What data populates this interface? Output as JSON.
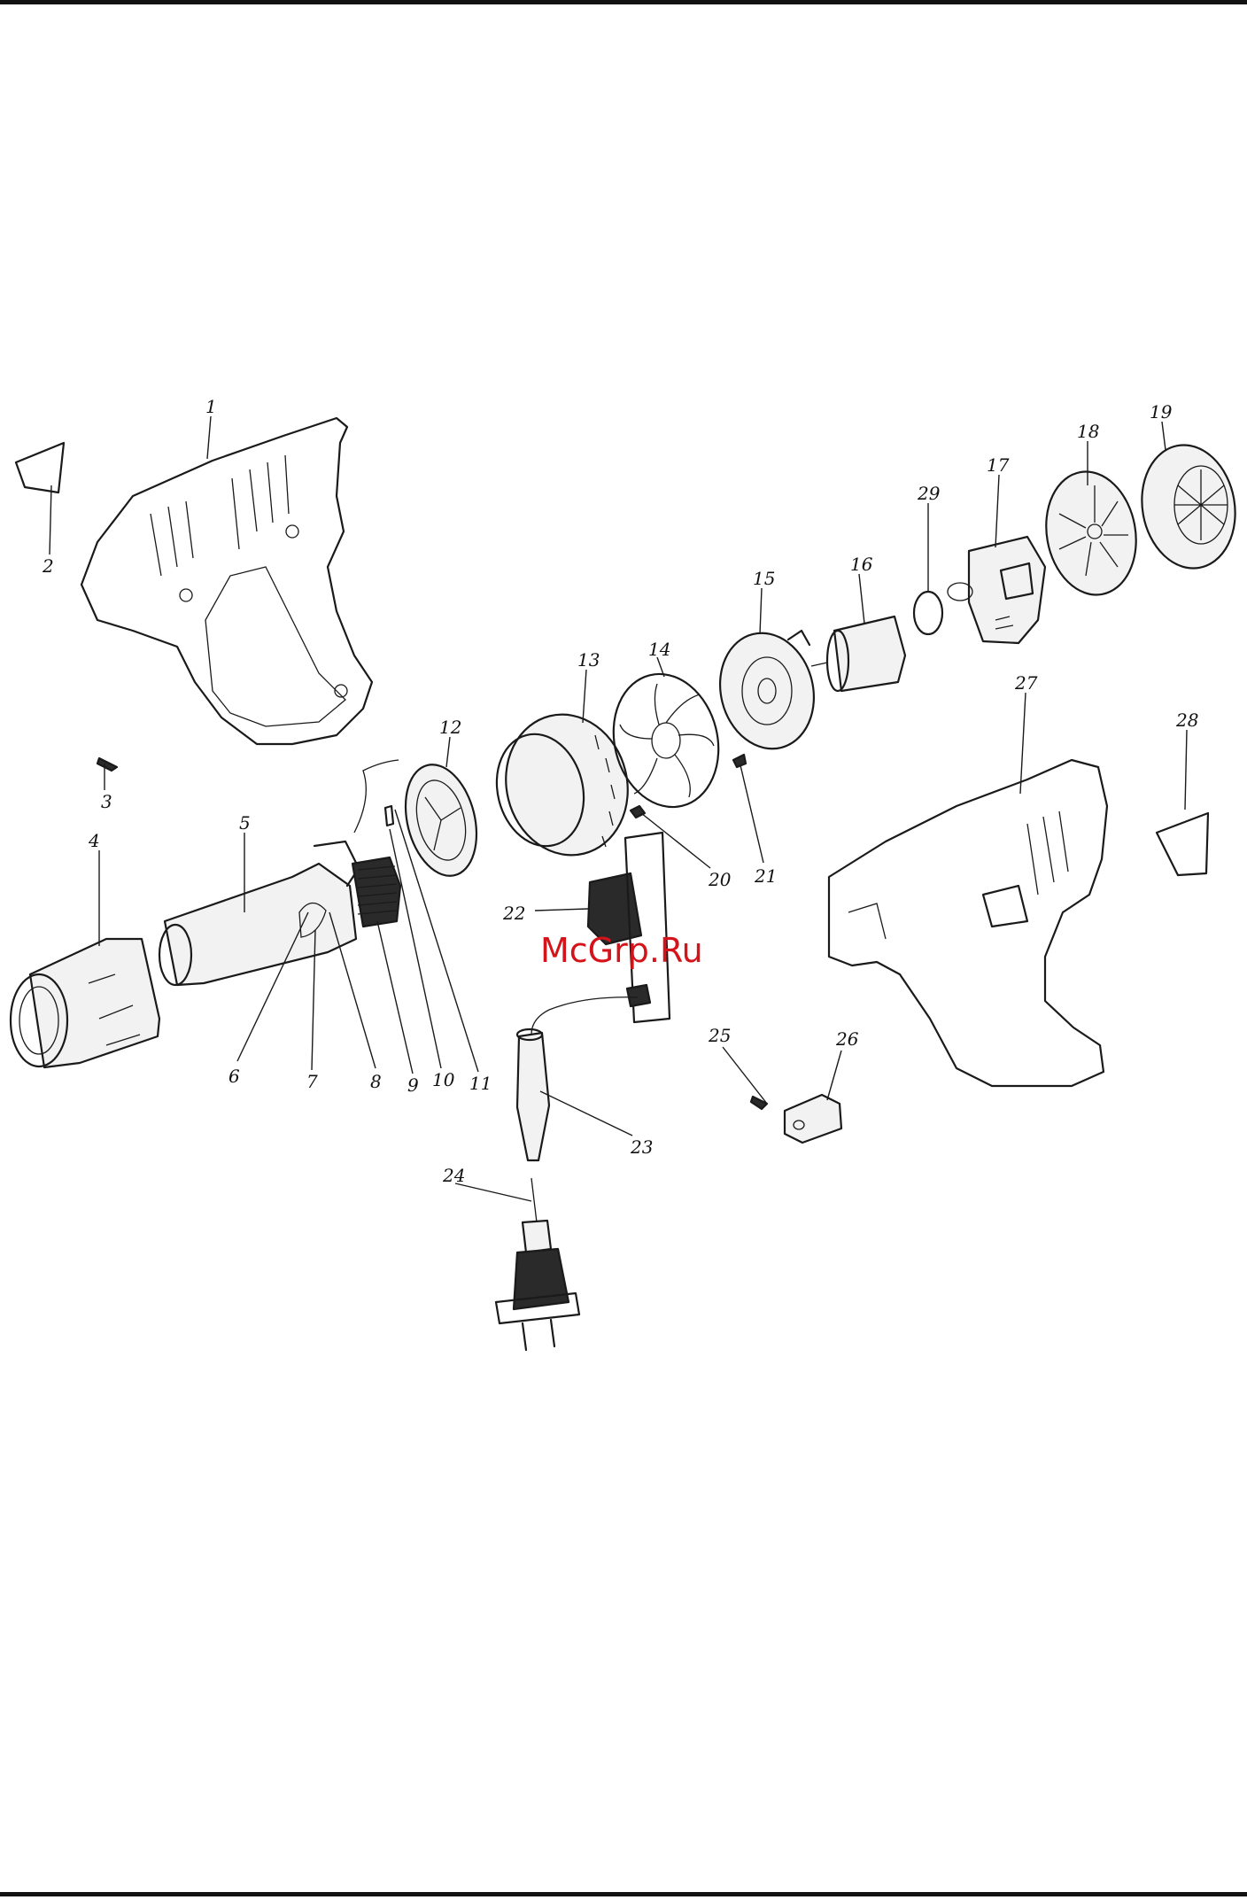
{
  "watermark": "McGrp.Ru",
  "callouts": [
    "1",
    "2",
    "3",
    "4",
    "5",
    "6",
    "7",
    "8",
    "9",
    "10",
    "11",
    "12",
    "13",
    "14",
    "15",
    "16",
    "17",
    "18",
    "19",
    "20",
    "21",
    "22",
    "23",
    "24",
    "25",
    "26",
    "27",
    "28",
    "29"
  ]
}
